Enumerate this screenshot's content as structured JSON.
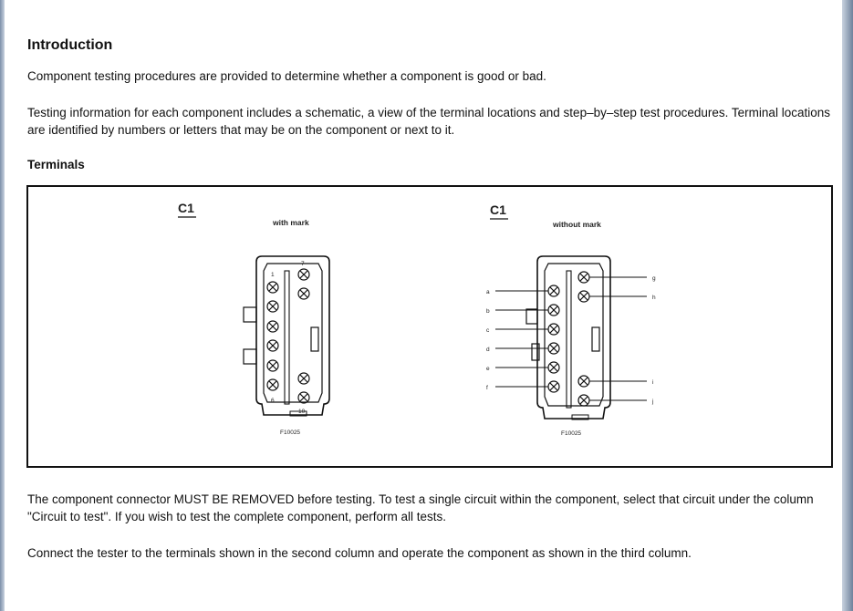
{
  "document": {
    "heading": "Introduction",
    "intro_paragraph": "Component testing procedures are provided to determine whether a component is good or bad.",
    "testing_paragraph": "Testing information for each component includes a schematic, a view of the terminal locations and step–by–step test procedures. Terminal locations are identified by numbers or letters that may be on the component or next to it.",
    "section_heading": "Terminals",
    "removal_paragraph": "The component connector MUST BE REMOVED before testing. To test a single circuit within the component, select that circuit under the column \"Circuit to test\". If you wish to test the complete component, perform all tests.",
    "connect_paragraph": "Connect the tester to the terminals shown in the second column and operate the component as shown in the third column."
  },
  "figure": {
    "left": {
      "connector_label": "C1",
      "caption": "with mark",
      "pin_label_top_left": "1",
      "pin_label_top_right": "7",
      "pin_label_bottom_left": "6",
      "pin_label_bottom_right": "10",
      "code": "F10025"
    },
    "right": {
      "connector_label": "C1",
      "caption": "without mark",
      "left_pins": [
        "a",
        "b",
        "c",
        "d",
        "e",
        "f"
      ],
      "right_pins": [
        "g",
        "h",
        "i",
        "j"
      ],
      "code": "F10025"
    }
  }
}
